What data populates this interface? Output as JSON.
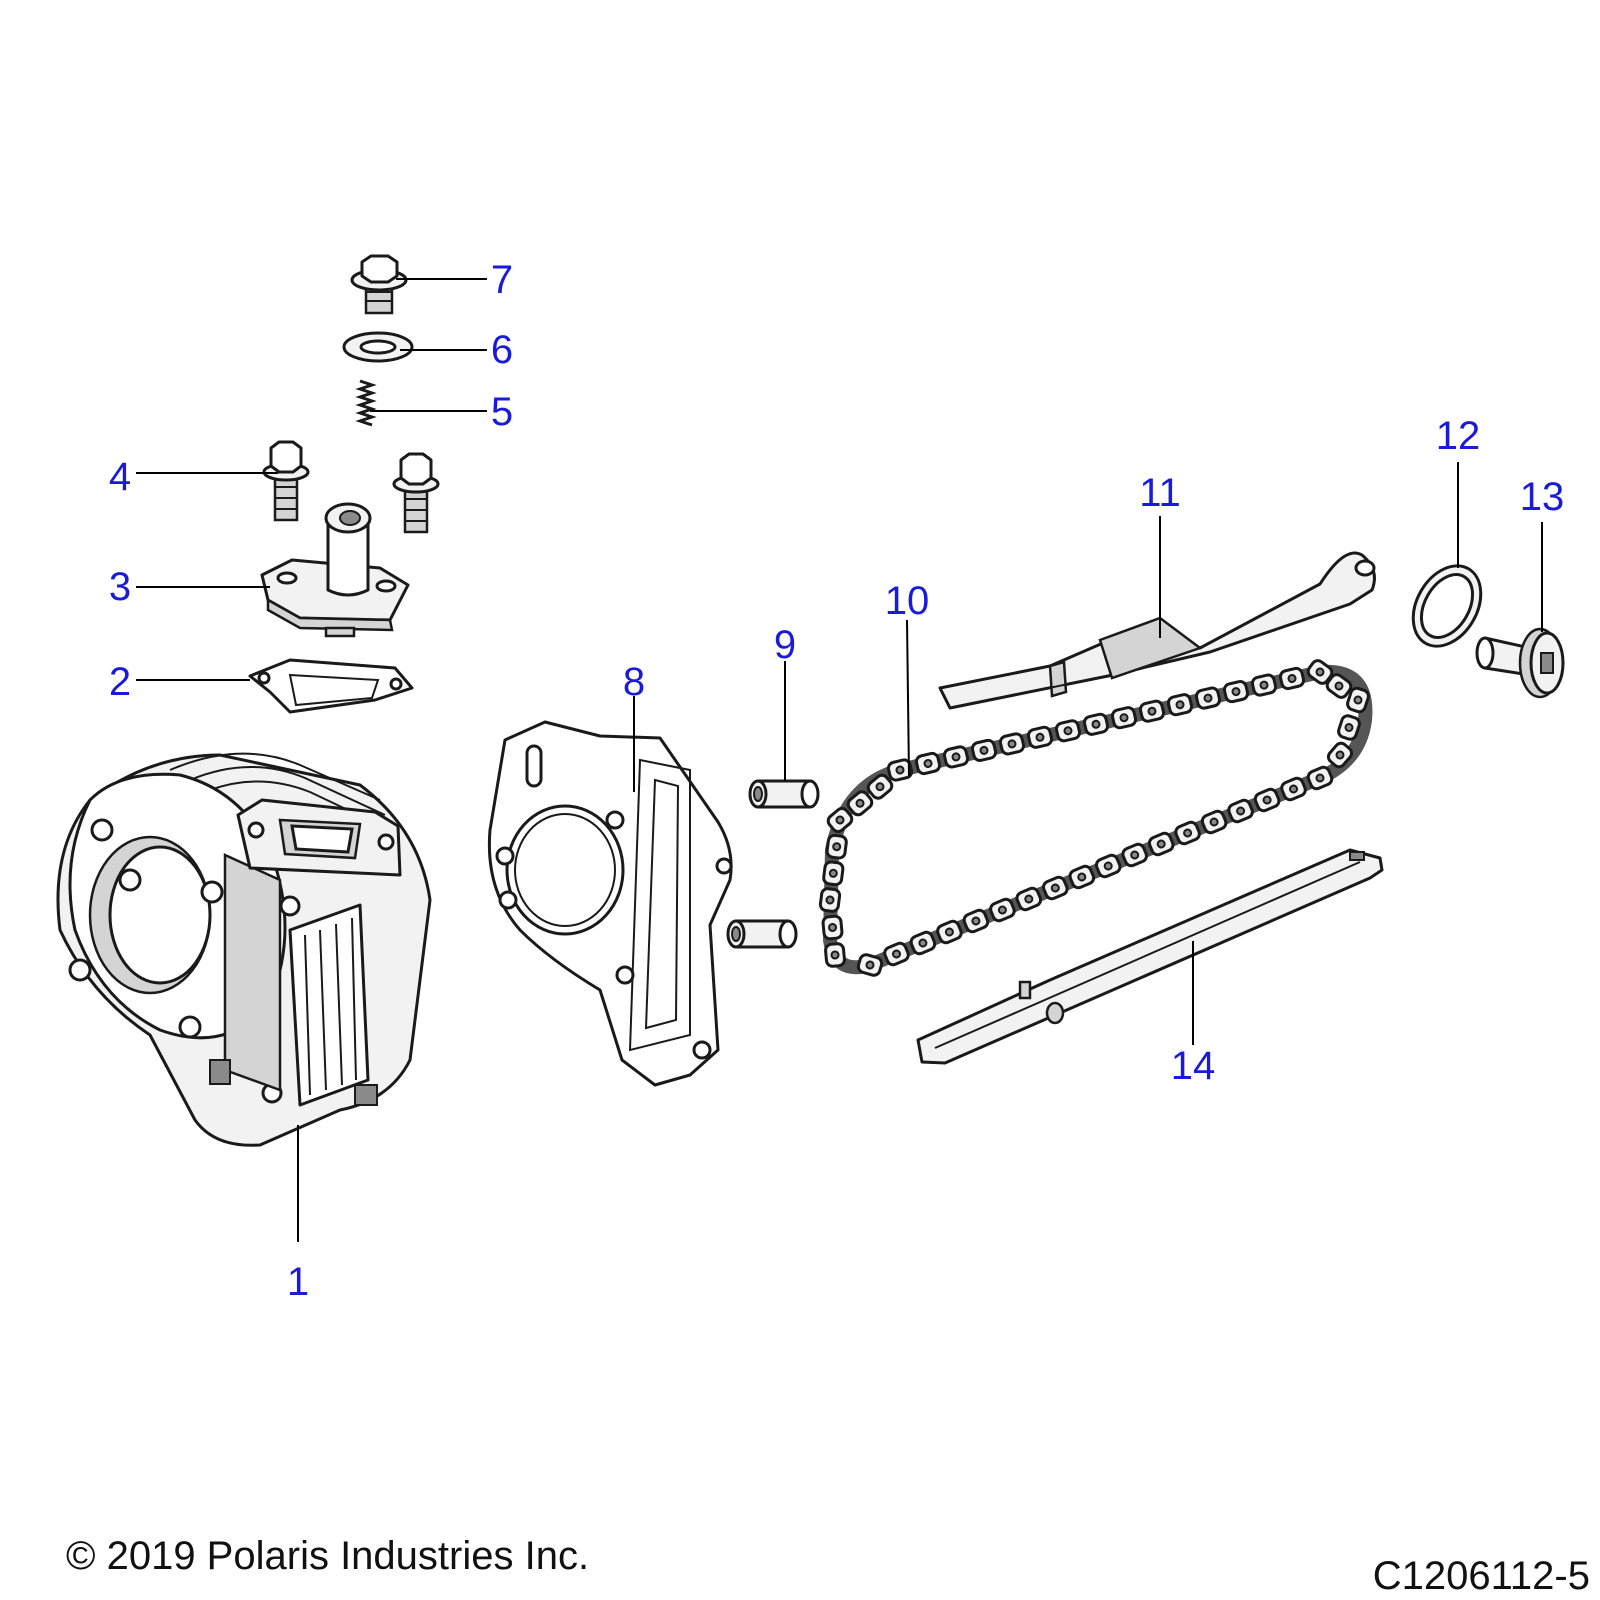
{
  "diagram": {
    "callouts": [
      {
        "id": "1",
        "label": "1"
      },
      {
        "id": "2",
        "label": "2"
      },
      {
        "id": "3",
        "label": "3"
      },
      {
        "id": "4",
        "label": "4"
      },
      {
        "id": "5",
        "label": "5"
      },
      {
        "id": "6",
        "label": "6"
      },
      {
        "id": "7",
        "label": "7"
      },
      {
        "id": "8",
        "label": "8"
      },
      {
        "id": "9",
        "label": "9"
      },
      {
        "id": "10",
        "label": "10"
      },
      {
        "id": "11",
        "label": "11"
      },
      {
        "id": "12",
        "label": "12"
      },
      {
        "id": "13",
        "label": "13"
      },
      {
        "id": "14",
        "label": "14"
      }
    ],
    "callout_color": "#1a1adb"
  },
  "footer": {
    "copyright": "© 2019 Polaris Industries Inc.",
    "drawing_number": "C1206112-5"
  }
}
